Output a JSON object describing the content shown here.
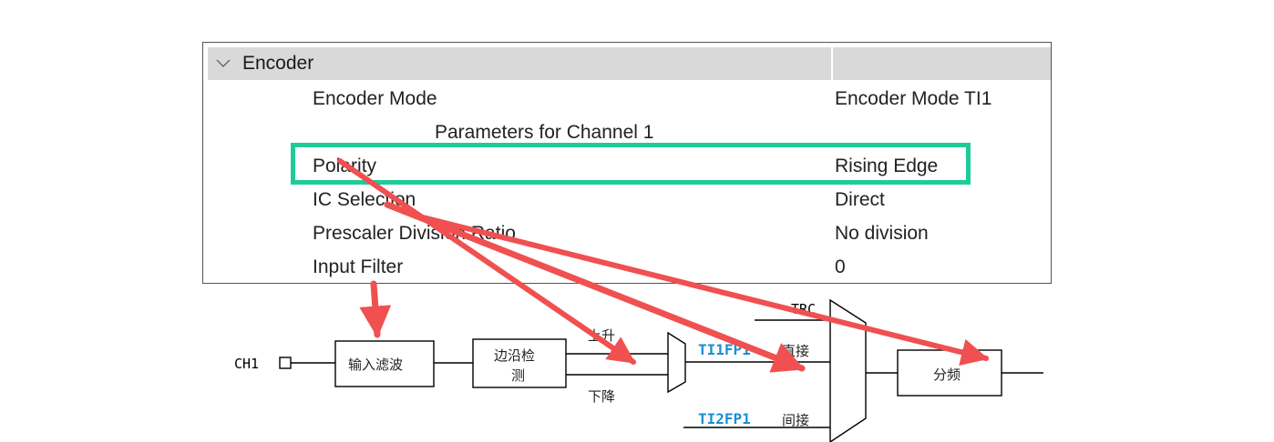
{
  "panel": {
    "section_title": "Encoder",
    "rows": [
      {
        "label": "Encoder Mode",
        "value": "Encoder Mode TI1"
      },
      {
        "subheader": "Parameters for Channel 1"
      },
      {
        "label": "Polarity",
        "value": "Rising Edge"
      },
      {
        "label": "IC Selection",
        "value": "Direct"
      },
      {
        "label": "Prescaler Division Ratio",
        "value": "No division"
      },
      {
        "label": "Input Filter",
        "value": "0"
      }
    ]
  },
  "diagram": {
    "ch1": "CH1",
    "filter": "输入滤波",
    "edge_line1": "边沿检",
    "edge_line2": "测",
    "rise": "上升",
    "fall": "下降",
    "trc": "TRC",
    "ti1fp1": "TI1FP1",
    "direct": "直接",
    "ti2fp1": "TI2FP1",
    "indirect": "间接",
    "prescaler": "分频"
  },
  "colors": {
    "highlight": "#1ecc98",
    "arrow": "#f05050",
    "signal_blue": "#1a8fd6"
  }
}
